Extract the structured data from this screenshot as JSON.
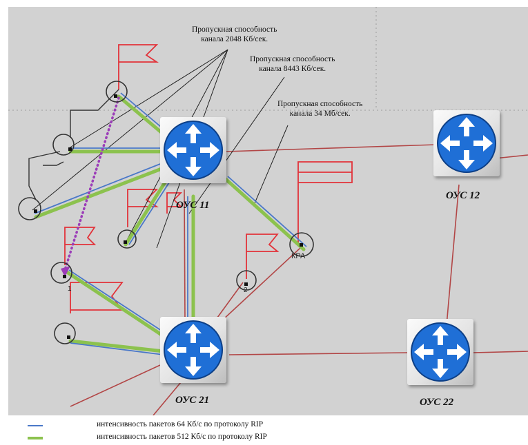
{
  "annotations": {
    "cap_2048": {
      "line1": "Пропускная способность",
      "line2": "канала 2048 Кб/сек."
    },
    "cap_8443": {
      "line1": "Пропускная способность",
      "line2": "канала 8443 Кб/сек."
    },
    "cap_34": {
      "line1": "Пропускная способность",
      "line2": "канала 34 Мб/сек."
    }
  },
  "routers": {
    "ous11": "ОУС 11",
    "ous12": "ОУС 12",
    "ous21": "ОУС 21",
    "ous22": "ОУС 22"
  },
  "nodes": {
    "kra": "КРА",
    "n2": "2",
    "n1": "1"
  },
  "legend": [
    {
      "color": "#4a78c8",
      "text": "интенсивность пакетов 64 Кб/с по протоколу RIP"
    },
    {
      "color": "#8cc24e",
      "text": "интенсивность пакетов 512 Кб/с по протоколу RIP"
    }
  ],
  "colors": {
    "background": "#d2d2d2",
    "trunk_link": "#b24646",
    "flag": "#e2333a",
    "rip_64": "#4a78c8",
    "rip_512": "#8cc24e",
    "dotted_path": "#9b3cb8",
    "router_blue": "#1f6fd6"
  }
}
